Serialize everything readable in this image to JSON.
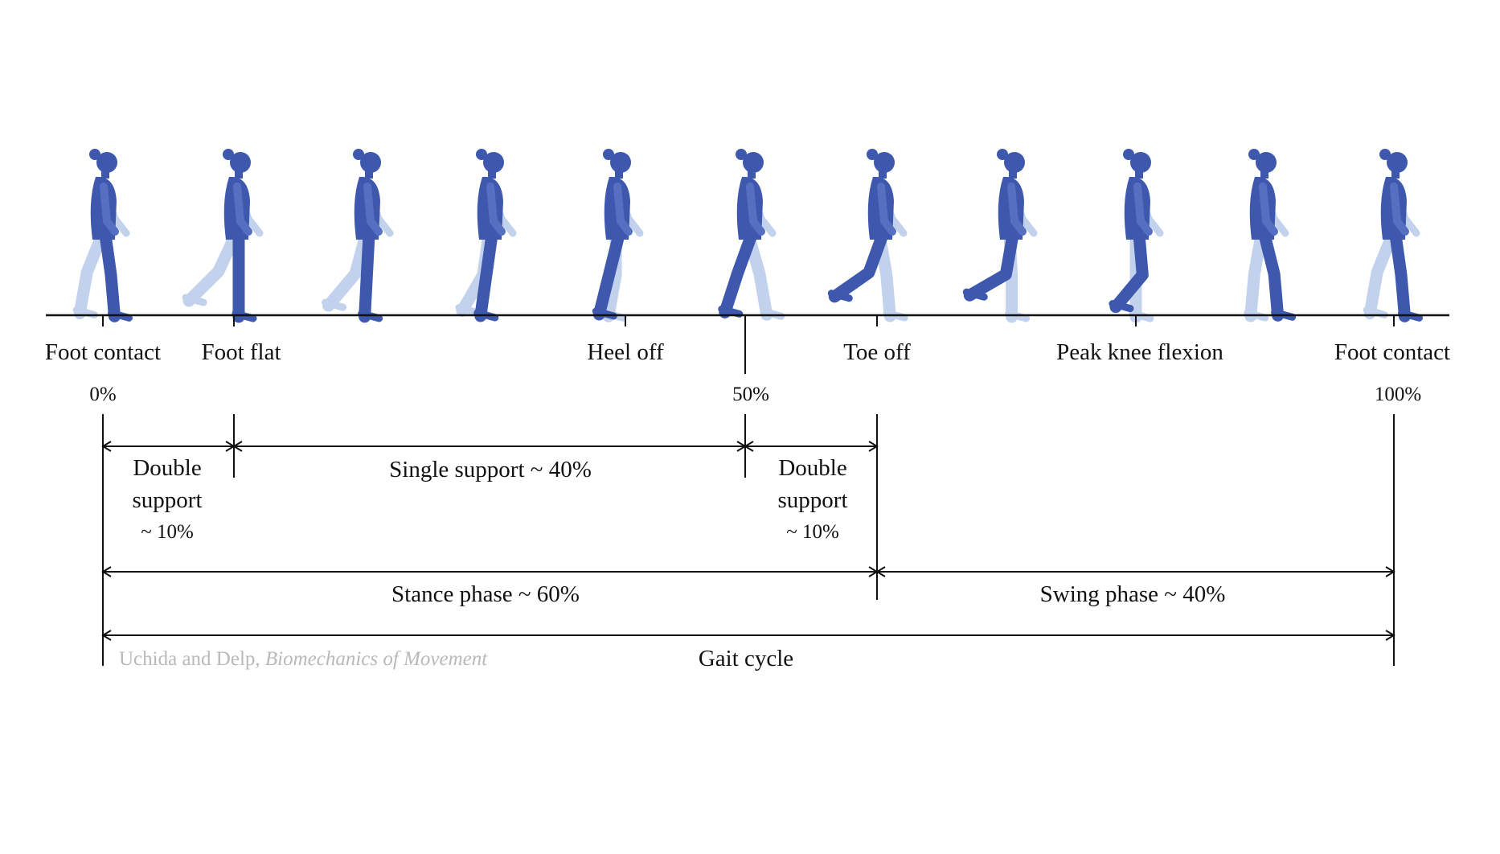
{
  "events": [
    {
      "label": "Foot contact",
      "percent": "0%"
    },
    {
      "label": "Foot flat",
      "percent": ""
    },
    {
      "label": "Heel off",
      "percent": ""
    },
    {
      "label": "",
      "percent": "50%"
    },
    {
      "label": "Toe off",
      "percent": ""
    },
    {
      "label": "Peak knee flexion",
      "percent": ""
    },
    {
      "label": "Foot contact",
      "percent": "100%"
    }
  ],
  "phases": {
    "double_support_1": [
      "Double",
      "support",
      "~ 10%"
    ],
    "single_support": "Single support ~ 40%",
    "double_support_2": [
      "Double",
      "support",
      "~ 10%"
    ],
    "stance": "Stance phase ~ 60%",
    "swing": "Swing phase ~ 40%",
    "gait_cycle": "Gait cycle"
  },
  "credit": {
    "authors": "Uchida and Delp,",
    "book": "Biomechanics of Movement"
  },
  "colors": {
    "figure_dark": "#3e58ae",
    "figure_light": "#c2d1ec",
    "line": "#111111",
    "credit": "#b9b9b9"
  }
}
